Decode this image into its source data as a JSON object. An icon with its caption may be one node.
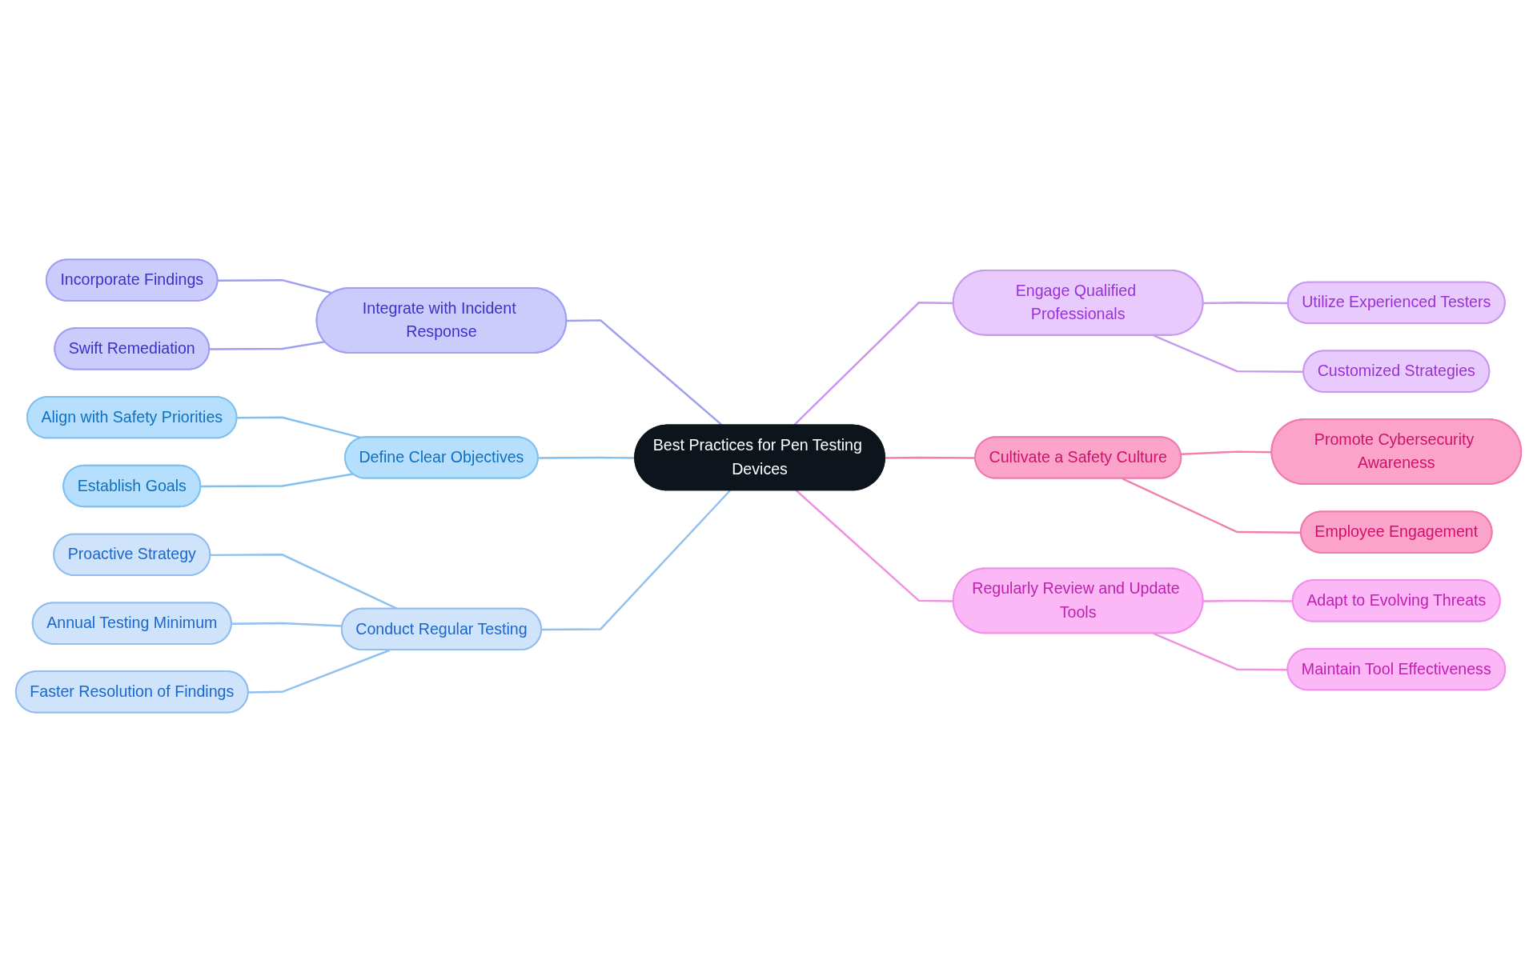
{
  "diagram": {
    "nodes": [
      {
        "text": [
          "Best Practices for Pen Testing Devices"
        ]
      },
      {
        "text": [
          "Integrate with Incident Response"
        ]
      },
      {
        "text": [
          "Incorporate Findings"
        ]
      },
      {
        "text": [
          "Swift Remediation"
        ]
      },
      {
        "text": [
          "Engage Qualified Professionals"
        ]
      },
      {
        "text": [
          "Utilize Experienced Testers"
        ]
      },
      {
        "text": [
          "Customized Strategies"
        ]
      },
      {
        "text": [
          "Cultivate a Safety Culture"
        ]
      },
      {
        "text": [
          "Promote Cybersecurity Awareness"
        ]
      },
      {
        "text": [
          "Employee Engagement"
        ]
      },
      {
        "text": [
          "Regularly Review and Update Tools"
        ]
      },
      {
        "text": [
          "Adapt to Evolving Threats"
        ]
      },
      {
        "text": [
          "Maintain Tool Effectiveness"
        ]
      },
      {
        "text": [
          "Define Clear Objectives"
        ]
      },
      {
        "text": [
          "Align with Safety Priorities"
        ]
      },
      {
        "text": [
          "Establish Goals"
        ]
      },
      {
        "text": [
          "Conduct Regular Testing"
        ]
      },
      {
        "text": [
          "Proactive Strategy"
        ]
      },
      {
        "text": [
          "Annual Testing Minimum"
        ]
      },
      {
        "text": [
          "Faster Resolution of Findings"
        ]
      }
    ],
    "edges": [
      {
        "from": 1,
        "to": 0,
        "arrow": "none",
        "color": "#9e9ef0"
      },
      {
        "from": 2,
        "to": 1,
        "arrow": "none",
        "color": "#9e9ef0"
      },
      {
        "from": 3,
        "to": 1,
        "arrow": "none",
        "color": "#9e9ef0"
      },
      {
        "from": 0,
        "to": 4,
        "arrow": "none",
        "color": "#c898f0"
      },
      {
        "from": 4,
        "to": 5,
        "arrow": "none",
        "color": "#c898f0"
      },
      {
        "from": 4,
        "to": 6,
        "arrow": "none",
        "color": "#c898f0"
      },
      {
        "from": 0,
        "to": 7,
        "arrow": "none",
        "color": "#ef80b0"
      },
      {
        "from": 7,
        "to": 8,
        "arrow": "none",
        "color": "#ef80b0"
      },
      {
        "from": 7,
        "to": 9,
        "arrow": "none",
        "color": "#ef80b0"
      },
      {
        "from": 0,
        "to": 10,
        "arrow": "none",
        "color": "#f090e0"
      },
      {
        "from": 10,
        "to": 11,
        "arrow": "none",
        "color": "#f090e0"
      },
      {
        "from": 10,
        "to": 12,
        "arrow": "none",
        "color": "#f090e0"
      },
      {
        "from": 13,
        "to": 0,
        "arrow": "none",
        "color": "#80c0f0"
      },
      {
        "from": 14,
        "to": 13,
        "arrow": "none",
        "color": "#80c0f0"
      },
      {
        "from": 15,
        "to": 13,
        "arrow": "none",
        "color": "#80c0f0"
      },
      {
        "from": 16,
        "to": 0,
        "arrow": "none",
        "color": "#90c0f0"
      },
      {
        "from": 17,
        "to": 16,
        "arrow": "none",
        "color": "#90c0f0"
      },
      {
        "from": 18,
        "to": 16,
        "arrow": "none",
        "color": "#90c0f0"
      },
      {
        "from": 19,
        "to": 16,
        "arrow": "none",
        "color": "#90c0f0"
      }
    ]
  }
}
